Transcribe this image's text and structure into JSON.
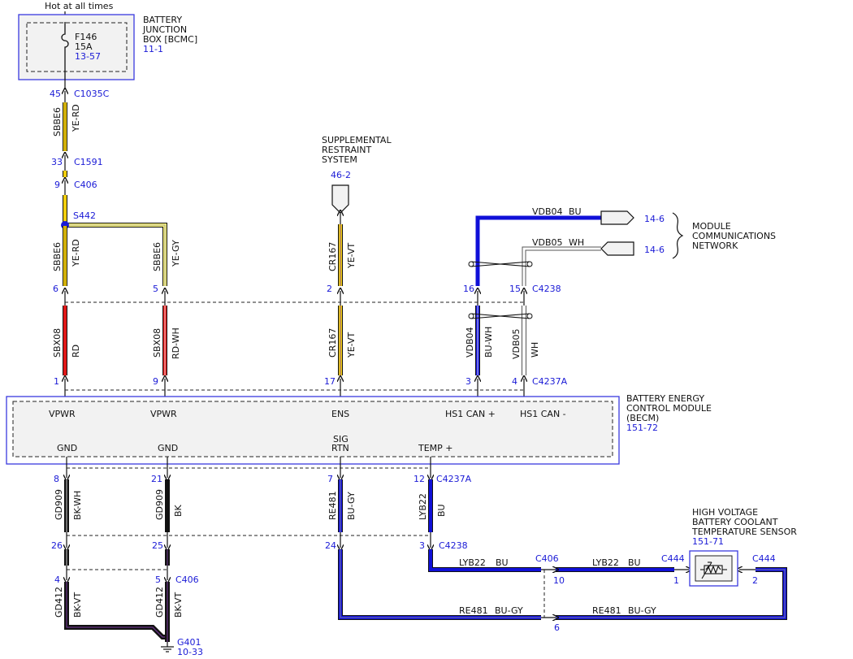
{
  "power": {
    "label": "Hot at all times"
  },
  "bjb": {
    "title": [
      "BATTERY",
      "JUNCTION",
      "BOX [BCMC]"
    ],
    "ref": "11-1",
    "fuse": "F146",
    "rating": "15A",
    "fuse_ref": "13-57"
  },
  "connectors": {
    "c1035c": {
      "pin": "45",
      "name": "C1035C"
    },
    "c1591": {
      "pin": "33",
      "name": "C1591"
    },
    "c406a": {
      "pin": "9",
      "name": "C406"
    },
    "s442": "S442",
    "c4238_top": {
      "pin_a": "6",
      "pin_b": "5",
      "pin_c": "2",
      "pin_d": "16",
      "pin_e": "15",
      "name": "C4238"
    },
    "c4237a_top": {
      "pin_a": "1",
      "pin_b": "9",
      "pin_c": "17",
      "pin_d": "3",
      "pin_e": "4",
      "name": "C4237A"
    },
    "c4237a_bot": {
      "pin_a": "8",
      "pin_b": "21",
      "pin_c": "7",
      "pin_d": "12",
      "name": "C4237A"
    },
    "c4238_bot": {
      "pin_a": "26",
      "pin_b": "25",
      "pin_c": "24",
      "pin_d": "3",
      "name": "C4238"
    },
    "c406b": {
      "pin_a": "4",
      "pin_b": "5",
      "name": "C406"
    },
    "c406c": {
      "pin_a": "10",
      "pin_b": "6",
      "name": "C406"
    },
    "c444a": {
      "pin": "1",
      "name": "C444"
    },
    "c444b": {
      "pin": "2",
      "name": "C444"
    },
    "g401": {
      "name": "G401",
      "ref": "10-33"
    }
  },
  "wires": {
    "w1": {
      "circuit": "SBBE6",
      "color": "YE-RD"
    },
    "w2": {
      "circuit": "SBBE6",
      "color": "YE-RD"
    },
    "w3": {
      "circuit": "SBBE6",
      "color": "YE-GY"
    },
    "w4": {
      "circuit": "CR167",
      "color": "YE-VT"
    },
    "w5": {
      "circuit": "SBX08",
      "color": "RD"
    },
    "w6": {
      "circuit": "SBX08",
      "color": "RD-WH"
    },
    "w7": {
      "circuit": "CR167",
      "color": "YE-VT"
    },
    "w8": {
      "circuit": "VDB04",
      "color": "BU-WH"
    },
    "w9": {
      "circuit": "VDB05",
      "color": "WH"
    },
    "w10": {
      "circuit": "GD909",
      "color": "BK-WH"
    },
    "w11": {
      "circuit": "GD909",
      "color": "BK"
    },
    "w12": {
      "circuit": "RE481",
      "color": "BU-GY"
    },
    "w13": {
      "circuit": "LYB22",
      "color": "BU"
    },
    "w14": {
      "circuit": "GD412",
      "color": "BK-VT"
    },
    "w15": {
      "circuit": "GD412",
      "color": "BK-VT"
    },
    "vdb04_top": {
      "circuit": "VDB04",
      "color": "BU"
    },
    "vdb05_top": {
      "circuit": "VDB05",
      "color": "WH"
    },
    "lyb22_a": {
      "circuit": "LYB22",
      "color": "BU"
    },
    "lyb22_b": {
      "circuit": "LYB22",
      "color": "BU"
    },
    "re481_a": {
      "circuit": "RE481",
      "color": "BU-GY"
    },
    "re481_b": {
      "circuit": "RE481",
      "color": "BU-GY"
    }
  },
  "srs": {
    "title": [
      "SUPPLEMENTAL",
      "RESTRAINT",
      "SYSTEM"
    ],
    "ref": "46-2"
  },
  "mcn": {
    "title": [
      "MODULE",
      "COMMUNICATIONS",
      "NETWORK"
    ],
    "ref_a": "14-6",
    "ref_b": "14-6"
  },
  "becm": {
    "title": [
      "BATTERY ENERGY",
      "CONTROL MODULE",
      "(BECM)"
    ],
    "ref": "151-72",
    "pins_top": [
      "VPWR",
      "VPWR",
      "ENS",
      "HS1 CAN +",
      "HS1 CAN -"
    ],
    "pins_bot": [
      "GND",
      "GND",
      "SIG",
      "RTN",
      "TEMP +"
    ]
  },
  "sensor": {
    "title": [
      "HIGH VOLTAGE",
      "BATTERY COOLANT",
      "TEMPERATURE SENSOR"
    ],
    "ref": "151-71"
  }
}
